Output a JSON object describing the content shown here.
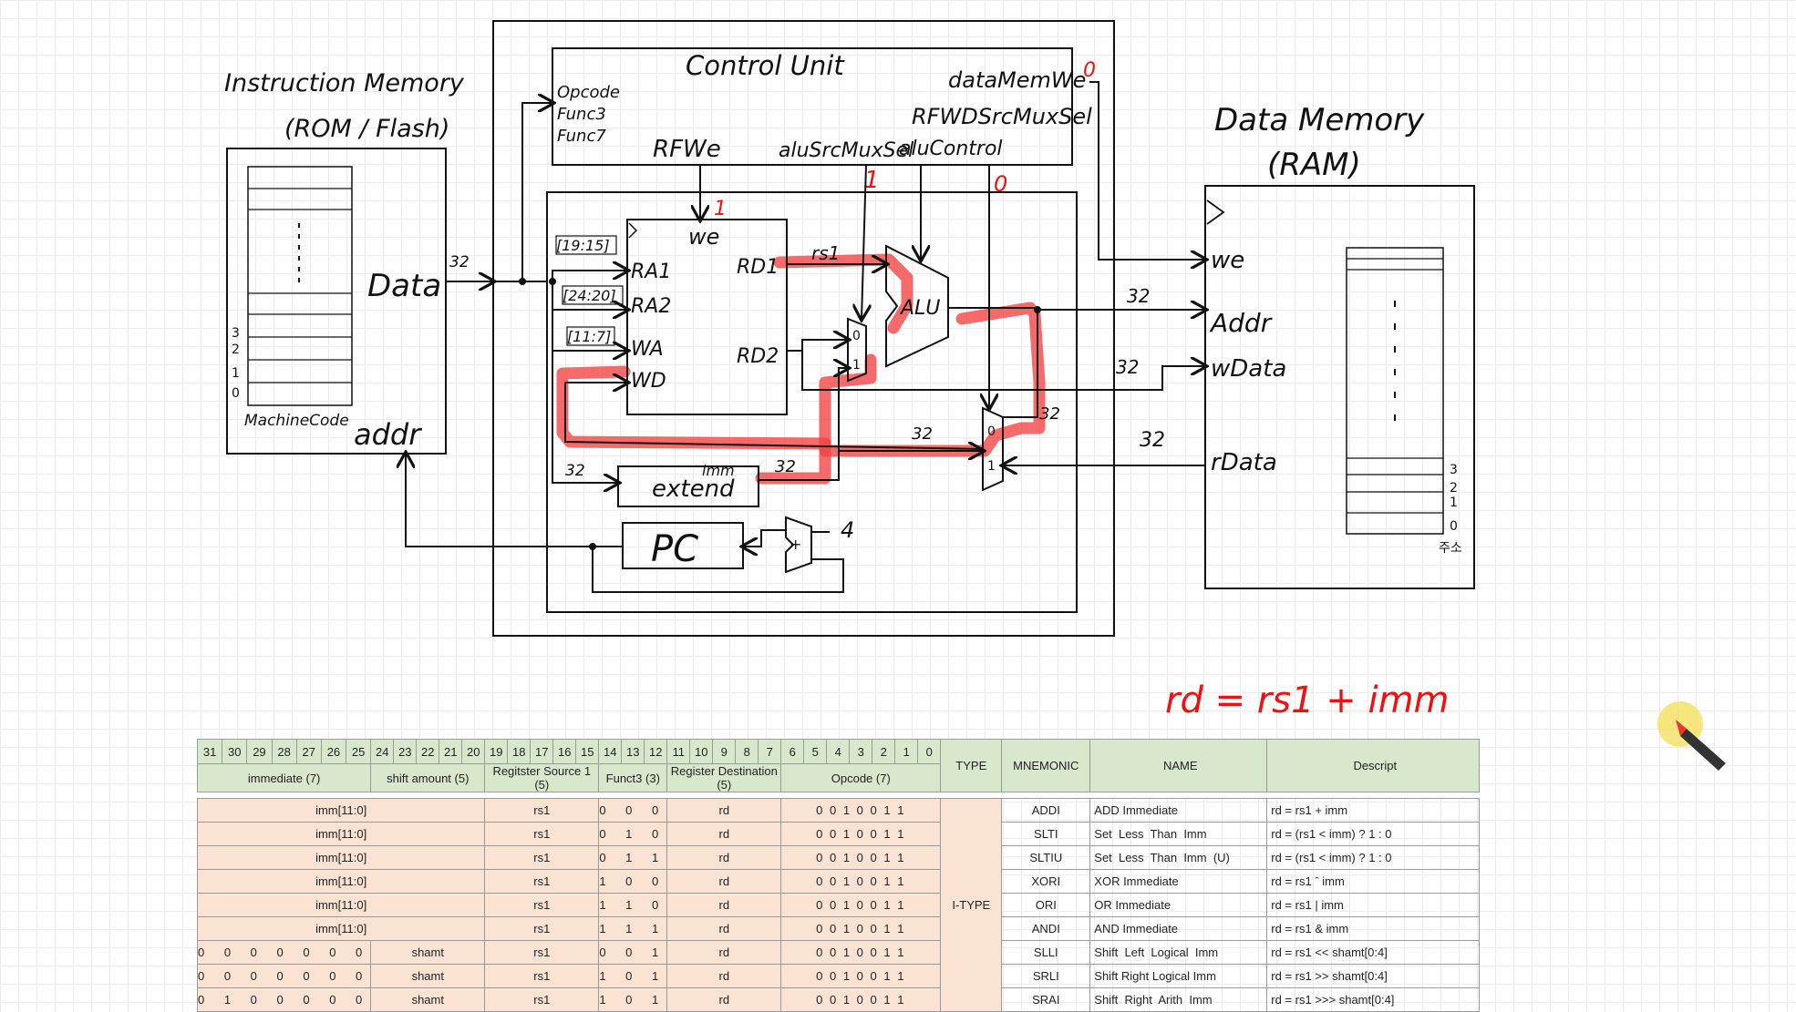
{
  "diagram": {
    "instruction_memory": {
      "title_line1": "Instruction Memory",
      "title_line2": "(ROM / Flash)",
      "data_label": "Data",
      "addr_label": "addr",
      "machinecode_label": "MachineCode",
      "row_labels": [
        "3",
        "2",
        "1",
        "0"
      ]
    },
    "control_unit": {
      "title": "Control Unit",
      "inputs": [
        "Opcode",
        "Func3",
        "Func7"
      ],
      "rfwe_label": "RFWe",
      "alusrcmuxsel_label": "aluSrcMuxSel",
      "alucontrol_label": "aluControl",
      "datamemwe_label": "dataMemWe",
      "rfwdsrcmuxsel_label": "RFWDSrcMuxSel",
      "rfwe_value": "1",
      "alusrcmuxsel_value": "1",
      "rfwdsrcmuxsel_value": "0",
      "datamemwe_value": "0"
    },
    "register_file": {
      "we_label": "we",
      "ra1_label": "RA1",
      "ra2_label": "RA2",
      "wa_label": "WA",
      "wd_label": "WD",
      "rd1_label": "RD1",
      "rd2_label": "RD2",
      "ra1_bits": "[19:15]",
      "ra2_bits": "[24:20]",
      "wa_bits": "[11:7]",
      "rs1_label": "rs1"
    },
    "alu_label": "ALU",
    "extend_label": "extend",
    "imm_label": "imm",
    "pc_label": "PC",
    "adder_const": "4",
    "mux_labels": [
      "0",
      "1"
    ],
    "bus_widths": {
      "instr_data": "32",
      "ext_in": "32",
      "ext_out": "32",
      "addr": "32",
      "wdata": "32",
      "mux_out": "32",
      "mux_in": "32",
      "rdata": "32"
    },
    "data_memory": {
      "title_line1": "Data Memory",
      "title_line2": "(RAM)",
      "we_label": "we",
      "addr_label": "Addr",
      "wdata_label": "wData",
      "rdata_label": "rData",
      "row_labels": [
        "3",
        "2",
        "1",
        "0"
      ],
      "address_label": "주소"
    },
    "equation": "rd = rs1 + imm"
  },
  "colors": {
    "highlight": "#f24040",
    "annotation": "#e11111",
    "header_green": "#d8e8cc",
    "field_orange": "#fbe3d4",
    "cursor_yellow": "#f5e26a"
  },
  "isa_table": {
    "bit_headers": [
      "31",
      "30",
      "29",
      "28",
      "27",
      "26",
      "25",
      "24",
      "23",
      "22",
      "21",
      "20",
      "19",
      "18",
      "17",
      "16",
      "15",
      "14",
      "13",
      "12",
      "11",
      "10",
      "9",
      "8",
      "7",
      "6",
      "5",
      "4",
      "3",
      "2",
      "1",
      "0"
    ],
    "field_headers": [
      "immediate (7)",
      "shift amount (5)",
      "Regitster Source 1 (5)",
      "Funct3 (3)",
      "Register Destination (5)",
      "Opcode (7)"
    ],
    "col_type": "TYPE",
    "col_mnemonic": "MNEMONIC",
    "col_name": "NAME",
    "col_desc": "Descript",
    "type_value": "I-TYPE",
    "rows": [
      {
        "imm": "imm[11:0]",
        "rs1": "rs1",
        "funct3": "0 0 0",
        "rd": "rd",
        "opcode": "0 0 1 0 0 1 1",
        "mnemonic": "ADDI",
        "name": "ADD Immediate",
        "desc": "rd = rs1 + imm"
      },
      {
        "imm": "imm[11:0]",
        "rs1": "rs1",
        "funct3": "0 1 0",
        "rd": "rd",
        "opcode": "0 0 1 0 0 1 1",
        "mnemonic": "SLTI",
        "name": "Set  Less  Than  Imm",
        "desc": "rd = (rs1 < imm) ? 1 : 0"
      },
      {
        "imm": "imm[11:0]",
        "rs1": "rs1",
        "funct3": "0 1 1",
        "rd": "rd",
        "opcode": "0 0 1 0 0 1 1",
        "mnemonic": "SLTIU",
        "name": "Set  Less  Than  Imm  (U)",
        "desc": "rd = (rs1 < imm) ? 1 : 0"
      },
      {
        "imm": "imm[11:0]",
        "rs1": "rs1",
        "funct3": "1 0 0",
        "rd": "rd",
        "opcode": "0 0 1 0 0 1 1",
        "mnemonic": "XORI",
        "name": "XOR Immediate",
        "desc": "rd = rs1 ˆ imm"
      },
      {
        "imm": "imm[11:0]",
        "rs1": "rs1",
        "funct3": "1 1 0",
        "rd": "rd",
        "opcode": "0 0 1 0 0 1 1",
        "mnemonic": "ORI",
        "name": "OR Immediate",
        "desc": "rd = rs1 | imm"
      },
      {
        "imm": "imm[11:0]",
        "rs1": "rs1",
        "funct3": "1 1 1",
        "rd": "rd",
        "opcode": "0 0 1 0 0 1 1",
        "mnemonic": "ANDI",
        "name": "AND Immediate",
        "desc": "rd = rs1 & imm"
      },
      {
        "imm7": "0 0 0 0 0 0 0",
        "shamt": "shamt",
        "rs1": "rs1",
        "funct3": "0 0 1",
        "rd": "rd",
        "opcode": "0 0 1 0 0 1 1",
        "mnemonic": "SLLI",
        "name": "Shift  Left  Logical  Imm",
        "desc": "rd = rs1 << shamt[0:4]"
      },
      {
        "imm7": "0 0 0 0 0 0 0",
        "shamt": "shamt",
        "rs1": "rs1",
        "funct3": "1 0 1",
        "rd": "rd",
        "opcode": "0 0 1 0 0 1 1",
        "mnemonic": "SRLI",
        "name": "Shift Right Logical Imm",
        "desc": "rd = rs1 >> shamt[0:4]"
      },
      {
        "imm7": "0 1 0 0 0 0 0",
        "shamt": "shamt",
        "rs1": "rs1",
        "funct3": "1 0 1",
        "rd": "rd",
        "opcode": "0 0 1 0 0 1 1",
        "mnemonic": "SRAI",
        "name": "Shift  Right  Arith  Imm",
        "desc": "rd = rs1 >>> shamt[0:4]"
      }
    ]
  }
}
